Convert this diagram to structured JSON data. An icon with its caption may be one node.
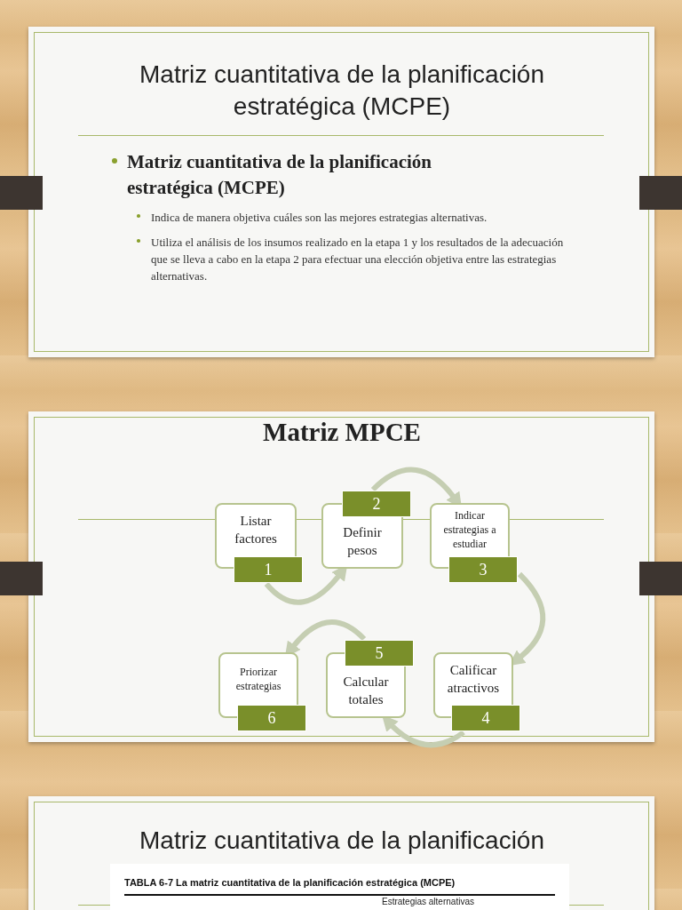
{
  "diagram": {
    "title": "Matriz cuantitativa de la planificación estratégica (MCPE)",
    "nodes": [
      {
        "text": [
          "Listar factores",
          "1"
        ]
      },
      {
        "text": [
          "2",
          "Definir pesos"
        ]
      },
      {
        "text": [
          "Indicar estrategias a estudiar",
          "3"
        ]
      },
      {
        "text": [
          "Calificar atractivos",
          "4"
        ]
      },
      {
        "text": [
          "5",
          "Calcular totales"
        ]
      },
      {
        "text": [
          "Priorizar estrategias",
          "6"
        ]
      }
    ],
    "edges": [
      {
        "from": 0,
        "to": 1,
        "arrow": "to"
      },
      {
        "from": 1,
        "to": 2,
        "arrow": "to"
      },
      {
        "from": 2,
        "to": 3,
        "arrow": "to"
      },
      {
        "from": 3,
        "to": 4,
        "arrow": "to"
      },
      {
        "from": 4,
        "to": 5,
        "arrow": "to"
      }
    ],
    "labels": [
      "Matriz cuantitativa de la planificación estratégica (MCPE)",
      "Indica de manera objetiva cuáles son las mejores estrategias alternativas.",
      "Utiliza el análisis de los insumos realizado en la etapa 1 y los resultados de la adecuación que se lleva a cabo en la etapa 2 para efectuar una elección objetiva entre las estrategias alternativas.",
      "Matriz MPCE",
      "Matriz cuantitativa de la planificación",
      "TABLA 6-7 La matriz cuantitativa de la planificación estratégica (MCPE)",
      "Estrategias alternativas"
    ]
  }
}
